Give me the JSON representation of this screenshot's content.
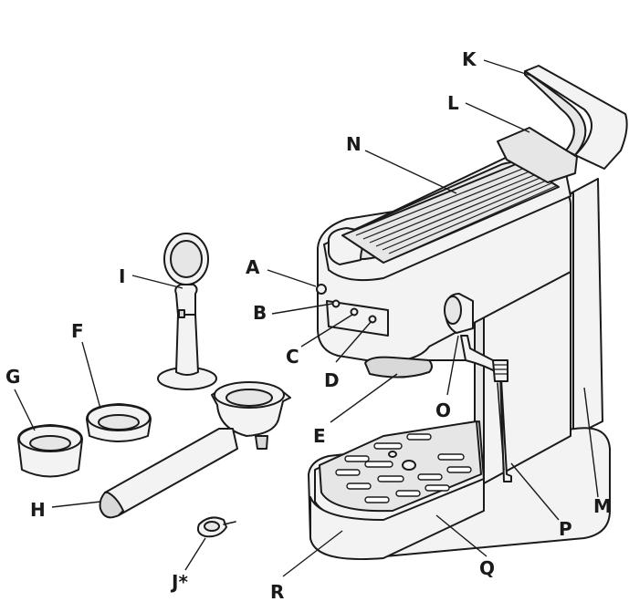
{
  "callouts": {
    "a": "A",
    "b": "B",
    "c": "C",
    "d": "D",
    "e": "E",
    "f": "F",
    "g": "G",
    "h": "H",
    "i": "I",
    "j": "J*",
    "k": "K",
    "l": "L",
    "m": "M",
    "n": "N",
    "o": "O",
    "p": "P",
    "q": "Q",
    "r": "R"
  }
}
